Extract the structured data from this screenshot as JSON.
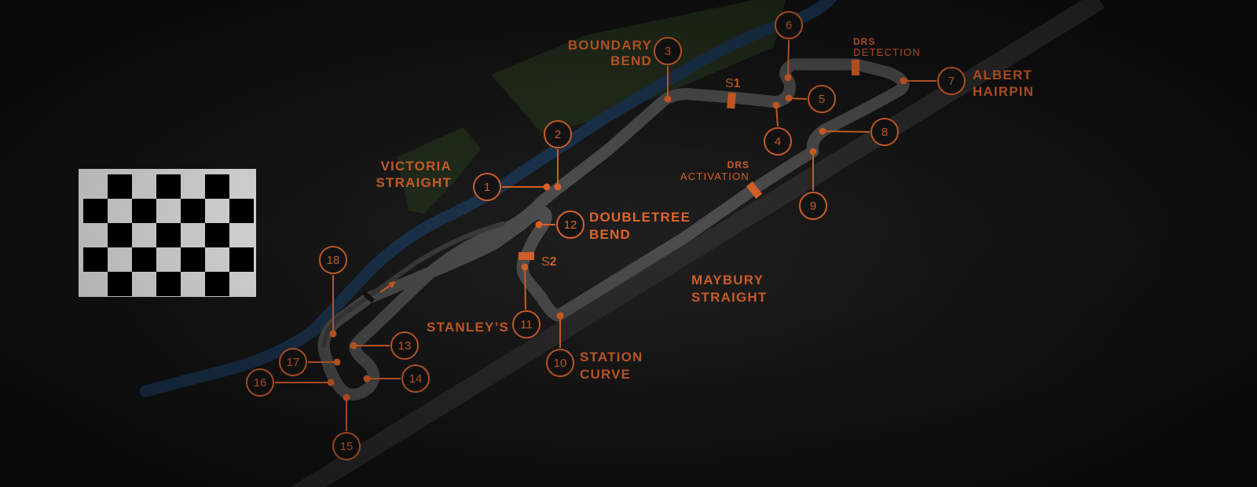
{
  "colors": {
    "accent": "#e2662a",
    "track": "#4f4f4f",
    "river": "#1c3550",
    "park": "#26321d",
    "road": "#2e2e2e",
    "background": "#151515"
  },
  "corners": [
    {
      "number": "1"
    },
    {
      "number": "2"
    },
    {
      "number": "3"
    },
    {
      "number": "4"
    },
    {
      "number": "5"
    },
    {
      "number": "6"
    },
    {
      "number": "7"
    },
    {
      "number": "8"
    },
    {
      "number": "9"
    },
    {
      "number": "10"
    },
    {
      "number": "11"
    },
    {
      "number": "12"
    },
    {
      "number": "13"
    },
    {
      "number": "14"
    },
    {
      "number": "15"
    },
    {
      "number": "16"
    },
    {
      "number": "17"
    },
    {
      "number": "18"
    }
  ],
  "corner_names": {
    "boundary_bend": [
      "BOUNDARY",
      "BEND"
    ],
    "albert_hairpin": [
      "ALBERT",
      "HAIRPIN"
    ],
    "victoria_straight": [
      "VICTORIA",
      "STRAIGHT"
    ],
    "doubletree_bend": [
      "DOUBLETREE",
      "BEND"
    ],
    "maybury_straight": [
      "MAYBURY",
      "STRAIGHT"
    ],
    "stanleys": "STANLEY’S",
    "station_curve": [
      "STATION",
      "CURVE"
    ]
  },
  "drs": {
    "detection": {
      "bold": "DRS",
      "light": "DETECTION"
    },
    "activation": {
      "bold": "DRS",
      "light": "ACTIVATION"
    }
  },
  "sectors": {
    "s1": {
      "prefix": "S",
      "number": "1"
    },
    "s2": {
      "prefix": "S",
      "number": "2"
    }
  },
  "icons": {
    "start_finish": "checkered-flag-icon",
    "direction": "direction-arrow-icon"
  }
}
